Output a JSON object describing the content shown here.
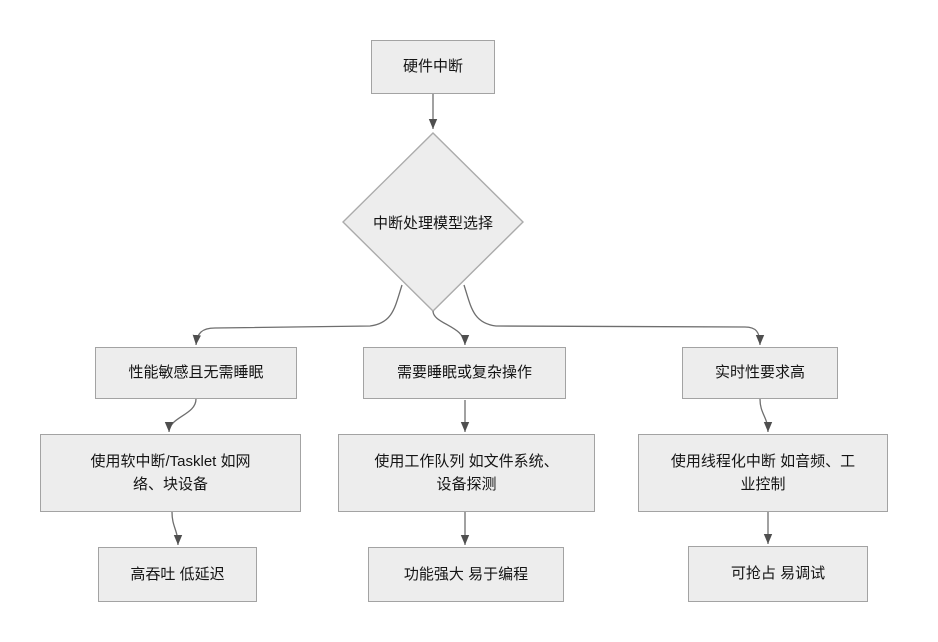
{
  "diagram": {
    "type": "flowchart",
    "background": "#ffffff",
    "style": {
      "node_fill": "#ededed",
      "node_border": "#a3a3a3",
      "connector_color": "#6e6e6e",
      "arrowhead_color": "#4f4f4f",
      "text_color": "#141414"
    }
  },
  "nodes": {
    "start": {
      "label": "硬件中断",
      "shape": "rectangle"
    },
    "decision": {
      "label": "中断处理模型选择",
      "shape": "diamond"
    },
    "left_condition": {
      "label": "性能敏感且无需睡眠",
      "shape": "rectangle"
    },
    "left_action": {
      "label": "使用软中断/Tasklet 如网络、块设备",
      "shape": "rectangle"
    },
    "left_result": {
      "label": "高吞吐 低延迟",
      "shape": "rectangle"
    },
    "middle_condition": {
      "label": "需要睡眠或复杂操作",
      "shape": "rectangle"
    },
    "middle_action": {
      "label": "使用工作队列 如文件系统、设备探测",
      "shape": "rectangle"
    },
    "middle_result": {
      "label": "功能强大 易于编程",
      "shape": "rectangle"
    },
    "right_condition": {
      "label": "实时性要求高",
      "shape": "rectangle"
    },
    "right_action": {
      "label": "使用线程化中断 如音频、工业控制",
      "shape": "rectangle"
    },
    "right_result": {
      "label": "可抢占 易调试",
      "shape": "rectangle"
    }
  },
  "edges": [
    {
      "from": "start",
      "to": "decision"
    },
    {
      "from": "decision",
      "to": "left_condition"
    },
    {
      "from": "decision",
      "to": "middle_condition"
    },
    {
      "from": "decision",
      "to": "right_condition"
    },
    {
      "from": "left_condition",
      "to": "left_action"
    },
    {
      "from": "left_action",
      "to": "left_result"
    },
    {
      "from": "middle_condition",
      "to": "middle_action"
    },
    {
      "from": "middle_action",
      "to": "middle_result"
    },
    {
      "from": "right_condition",
      "to": "right_action"
    },
    {
      "from": "right_action",
      "to": "right_result"
    }
  ]
}
